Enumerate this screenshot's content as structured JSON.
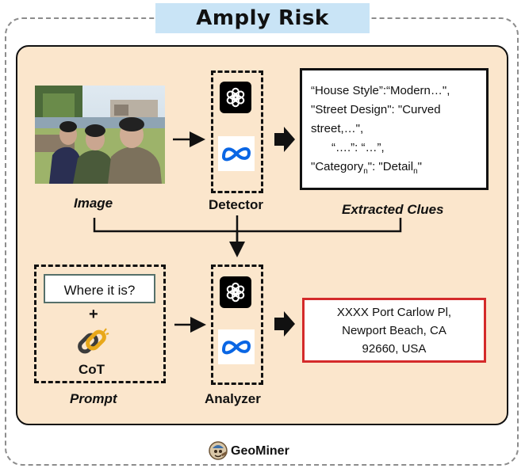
{
  "title": "Amply Risk",
  "image_label": "Image",
  "detector_label": "Detector",
  "analyzer_label": "Analyzer",
  "extracted_label": "Extracted Clues",
  "prompt_label": "Prompt",
  "query_text": "Where it is?",
  "plus_sign": "+",
  "cot_label": "CoT",
  "clues": {
    "line1": "“House Style”:“Modern…\",",
    "line2": "\"Street Design\": \"Curved",
    "line3": "street,…\",",
    "line4": "“….”: “…”,",
    "line5_prefix": "\"Category",
    "line5_sub1": "n",
    "line5_mid": "\": \"Detail",
    "line5_sub2": "n",
    "line5_suffix": "\""
  },
  "answer": {
    "line1": "XXXX Port Carlow Pl,",
    "line2": "Newport Beach, CA",
    "line3": "92660, USA"
  },
  "brand": "GeoMiner",
  "colors": {
    "panel_bg": "#fbe6cc",
    "title_bg": "#c9e4f6",
    "answer_border": "#d42a2a",
    "meta_blue": "#0a66e4",
    "chain_gold": "#e8a81a",
    "chain_dark": "#3c3c3c"
  },
  "icons": [
    "openai-logo-icon",
    "meta-logo-icon",
    "chain-link-icon",
    "geominer-logo-icon"
  ]
}
